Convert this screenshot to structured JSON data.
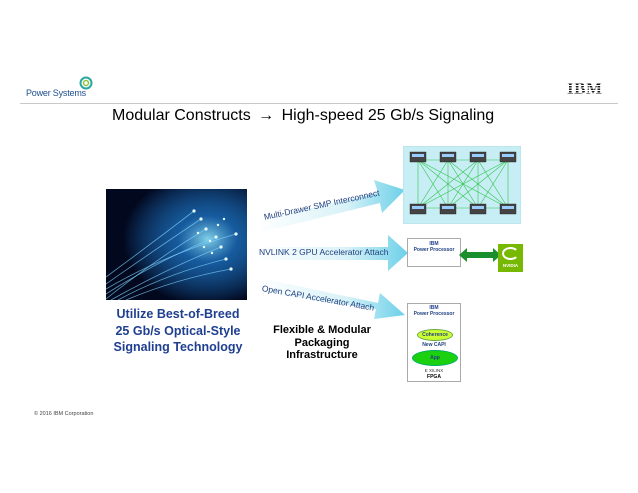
{
  "header": {
    "logo_text": "Power Systems",
    "ibm_logo": "IBM",
    "title_prefix": "Modular Constructs",
    "title_arrow": "→",
    "title_suffix": "High-speed 25 Gb/s Signaling"
  },
  "left_text": [
    "Utilize Best-of-Breed",
    "25 Gb/s Optical-Style",
    "Signaling Technology"
  ],
  "center_text": [
    "Flexible & Modular",
    "Packaging",
    "Infrastructure"
  ],
  "arrows": [
    {
      "label": "Multi-Drawer SMP Interconnect"
    },
    {
      "label": "NVLINK 2 GPU Accelerator Attach"
    },
    {
      "label": "Open CAPI Accelerator Attach"
    }
  ],
  "nvlink_panel": {
    "ibm": "IBM",
    "processor": "Power Processor",
    "nvidia": "NVIDIA"
  },
  "capi_panel": {
    "ibm": "IBM",
    "processor": "Power Processor",
    "coherence": "Coherence",
    "new_capi": "New CAPI",
    "app": "App",
    "vendor": "E XILINX",
    "fpga": "FPGA"
  },
  "footer": {
    "copyright": "© 2016 IBM Corporation"
  },
  "colors": {
    "arrow_light": "#eaf7fb",
    "arrow_dark": "#6bd0e8",
    "accent_blue": "#1f3f8f",
    "green": "#1b8f2e",
    "yellow_green": "#ccff33",
    "nvidia_green": "#76b900"
  }
}
